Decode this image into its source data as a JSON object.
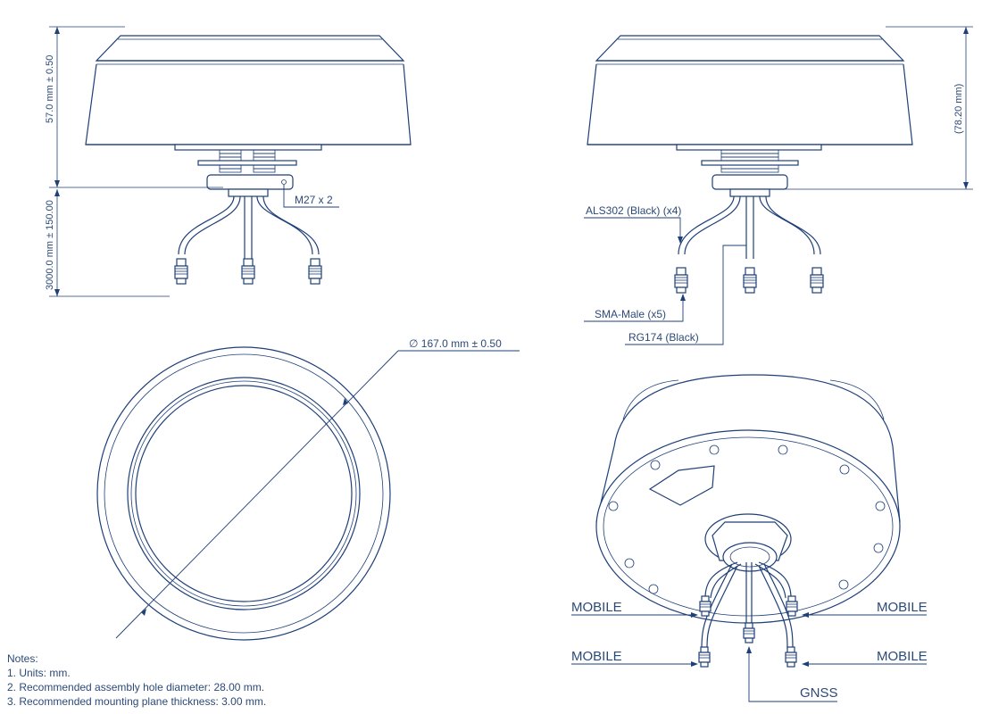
{
  "dimensions": {
    "height_left": "57.0 mm ± 0.50",
    "cable_length": "3000.0 mm ± 150.00",
    "height_right": "(78.20 mm)",
    "diameter": "∅  167.0 mm ± 0.50"
  },
  "callouts": {
    "thread": "M27 x 2",
    "als302": "ALS302 (Black) (x4)",
    "sma_male": "SMA-Male (x5)",
    "rg174": "RG174 (Black)"
  },
  "ports": {
    "mobile_top_left": "MOBILE",
    "mobile_top_right": "MOBILE",
    "mobile_bottom_left": "MOBILE",
    "mobile_bottom_right": "MOBILE",
    "gnss": "GNSS"
  },
  "notes": {
    "heading": "Notes:",
    "items": [
      "1. Units: mm.",
      "2. Recommended assembly hole diameter: 28.00 mm.",
      "3. Recommended mounting plane thickness: 3.00 mm."
    ]
  },
  "colors": {
    "line": "#1e3f78",
    "text": "#2c4a78",
    "background": "#ffffff"
  }
}
